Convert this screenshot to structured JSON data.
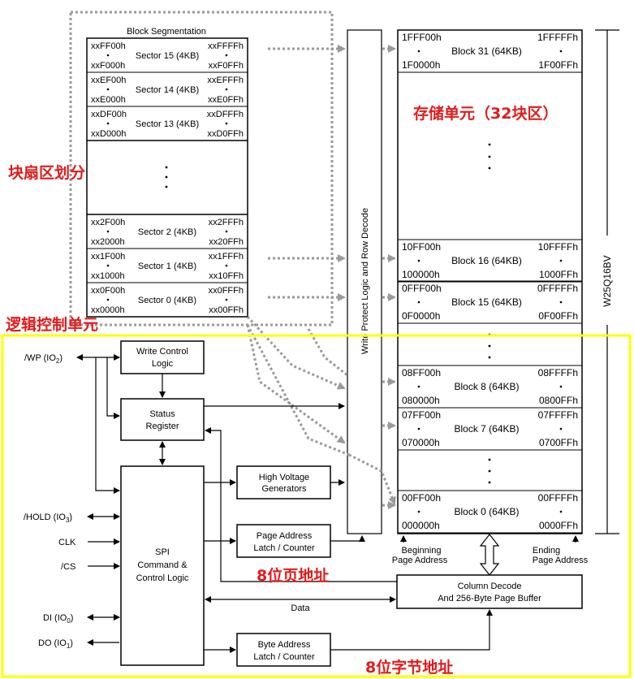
{
  "segmentation": {
    "title": "Block Segmentation",
    "sectors": [
      {
        "tl": "xxFF00h",
        "tr": "xxFFFFh",
        "name": "Sector 15 (4KB)",
        "bl": "xxF000h",
        "br": "xxF0FFh"
      },
      {
        "tl": "xxEF00h",
        "tr": "xxEFFFh",
        "name": "Sector 14 (4KB)",
        "bl": "xxE000h",
        "br": "xxE0FFh"
      },
      {
        "tl": "xxDF00h",
        "tr": "xxDFFFh",
        "name": "Sector 13 (4KB)",
        "bl": "xxD000h",
        "br": "xxD0FFh"
      },
      {
        "tl": "xx2F00h",
        "tr": "xx2FFFh",
        "name": "Sector 2 (4KB)",
        "bl": "xx2000h",
        "br": "xx20FFh"
      },
      {
        "tl": "xx1F00h",
        "tr": "xx1FFFh",
        "name": "Sector 1 (4KB)",
        "bl": "xx1000h",
        "br": "xx10FFh"
      },
      {
        "tl": "xx0F00h",
        "tr": "xx0FFFh",
        "name": "Sector 0 (4KB)",
        "bl": "xx0000h",
        "br": "xx00FFh"
      }
    ]
  },
  "memory": {
    "blocks": [
      {
        "tl": "1FFF00h",
        "tr": "1FFFFFh",
        "name": "Block 31 (64KB)",
        "bl": "1F0000h",
        "br": "1F00FFh"
      },
      {
        "tl": "10FF00h",
        "tr": "10FFFFh",
        "name": "Block 16 (64KB)",
        "bl": "100000h",
        "br": "1000FFh"
      },
      {
        "tl": "0FFF00h",
        "tr": "0FFFFFh",
        "name": "Block 15 (64KB)",
        "bl": "0F0000h",
        "br": "0F00FFh"
      },
      {
        "tl": "08FF00h",
        "tr": "08FFFFh",
        "name": "Block 8 (64KB)",
        "bl": "080000h",
        "br": "0800FFh"
      },
      {
        "tl": "07FF00h",
        "tr": "07FFFFh",
        "name": "Block 7 (64KB)",
        "bl": "070000h",
        "br": "0700FFh"
      },
      {
        "tl": "00FF00h",
        "tr": "00FFFFh",
        "name": "Block 0 (64KB)",
        "bl": "000000h",
        "br": "0000FFh"
      }
    ],
    "chip_label": "W25Q16BV",
    "beginning_label": [
      "Beginning",
      "Page Address"
    ],
    "ending_label": [
      "Ending",
      "Page Address"
    ]
  },
  "write_protect_label": "Write Protect Logic and Row Decode",
  "logic": {
    "write_control": [
      "Write Control",
      "Logic"
    ],
    "status_register": [
      "Status",
      "Register"
    ],
    "high_voltage": [
      "High Voltage",
      "Generators"
    ],
    "page_latch": [
      "Page Address",
      "Latch / Counter"
    ],
    "spi": [
      "SPI",
      "Command &",
      "Control Logic"
    ],
    "column_decode": [
      "Column Decode",
      "And 256-Byte Page Buffer"
    ],
    "byte_latch": [
      "Byte Address",
      "Latch / Counter"
    ],
    "data_label": "Data"
  },
  "pins": {
    "wp": "/WP (IO",
    "wp_sub": "2",
    "hold": "/HOLD (IO",
    "hold_sub": "3",
    "clk": "CLK",
    "cs": "/CS",
    "di": "DI (IO",
    "di_sub": "0",
    "do": "DO (IO",
    "do_sub": "1"
  },
  "annotations": {
    "storage": "存储单元（32块区）",
    "sector_division": "块扇区划分",
    "logic_control": "逻辑控制单元",
    "page_addr": "8位页地址",
    "byte_addr": "8位字节地址"
  },
  "colors": {
    "annotation_red": "#e01b1b",
    "highlight_yellow": "#ffff00",
    "dotted_gray": "#9a9a9a"
  }
}
